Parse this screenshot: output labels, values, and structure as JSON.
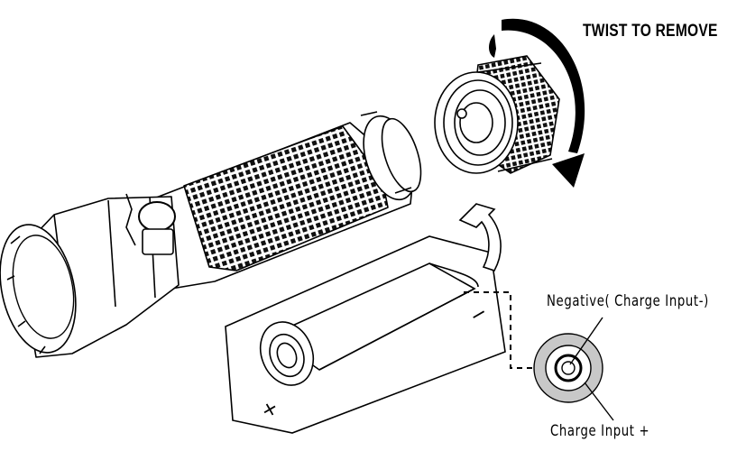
{
  "labels": {
    "twist": "TWIST TO REMOVE",
    "negative": "Negative( Charge Input-)",
    "charge": "Charge Input +"
  },
  "battery": {
    "plus_symbol": "+",
    "minus_symbol": "−"
  },
  "colors": {
    "line": "#000000",
    "ring": "#c8c8c8",
    "background": "#ffffff"
  }
}
